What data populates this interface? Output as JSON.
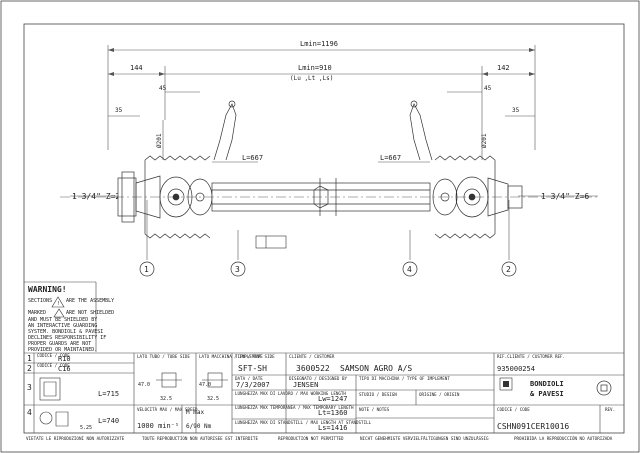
{
  "dimensions": {
    "lmin": "Lmin=1196",
    "left_len": "144",
    "right_len": "142",
    "lmin_mid": "Lmin=910",
    "lmin_mid_sub": "(Lu ,Lt ,Ls)",
    "left_offset": "45",
    "right_offset": "45",
    "left_small": "35",
    "right_small": "35",
    "left_phi": "Ø201",
    "right_phi": "Ø201",
    "left_l": "L=667",
    "right_l": "L=667",
    "left_spline": "1 3/4\" Z=20",
    "right_spline": "1 3/4\" Z=6"
  },
  "callouts": [
    "1",
    "3",
    "4",
    "2"
  ],
  "warning": {
    "title": "WARNING!",
    "lines": [
      "SECTIONS",
      "ARE THE ASSEMBLY",
      "MARKED",
      "ARE NOT SHIELDED",
      "AND MUST BE SHIELDED BY",
      "AN INTERACTIVE GUARDING",
      "SYSTEM. BONDIOLI & PAVESI",
      "DECLINES RESPONSIBILITY IF",
      "PROPER GUARDS ARE NOT",
      "PROVIDED OR MAINTAINED."
    ]
  },
  "title_block": {
    "rows": [
      {
        "num": "1",
        "label": "CODICE / CODE",
        "value": "R10"
      },
      {
        "num": "2",
        "label": "CODICE / CODE",
        "value": "C16"
      },
      {
        "num": "3",
        "value": "L=715"
      },
      {
        "num": "4",
        "value": "L=740"
      }
    ],
    "profile_dims": {
      "a": "47.0",
      "b": "32.5",
      "c": "47.0",
      "d": "32.5",
      "e": "5.25"
    },
    "lato_tubo": "LATO TUBO / TUBE SIDE",
    "lato_macchina": "LATO MACCHINA / IMPLEMENT SIDE",
    "velocita_label": "VELOCITÀ MAX / MAX SPEED",
    "velocita": "1000 min⁻¹",
    "m_label": "M max",
    "m_value": "6/90 Nm",
    "tipo_label": "TIPO / TYPE",
    "tipo": "SFT-SH",
    "cliente_label": "CLIENTE / CUSTOMER",
    "cliente_code": "3600522",
    "cliente_name": "SAMSON AGRO A/S",
    "data_label": "DATA / DATE",
    "data": "7/3/2007",
    "disegnato_label": "DISEGNATO / DESIGNED BY",
    "disegnato": "JENSEN",
    "tipo_macchina_label": "TIPO DI MACCHINA / TYPE OF IMPLEMENT",
    "lw_label": "LUNGHEZZA MAX DI LAVORO / MAX WORKING LENGTH",
    "lw": "Lw=1247",
    "lt_label": "LUNGHEZZA MAX TEMPORANEA / MAX TEMPORARY LENGTH",
    "lt": "Lt=1360",
    "ls_label": "LUNGHEZZA MAX DI STANDSTILL / MAX LENGTH AT STANDSTILL",
    "ls": "Ls=1416",
    "studio_label": "STUDIO / DESIGN",
    "origine_label": "ORIGINE / ORIGIN",
    "note_label": "NOTE / NOTES",
    "rif_label": "RIF.CLIENTE / CUSTOMER REF.",
    "rif": "935000254",
    "brand_1": "BONDIOLI",
    "brand_2": "& PAVESI",
    "codice_label": "CODICE / CODE",
    "codice": "CSHN091CER10016",
    "rev_label": "REV."
  },
  "footer": [
    "VIETATE LE RIPRODUZIONI NON AUTORIZZATE",
    "TOUTE REPRODUCTION NON AUTORISEE EST INTERDITE",
    "REPRODUCTION NOT PERMITTED",
    "NICHT GENEHMIGTE VERVIELFÄLTIGUNGEN SIND UNZULÄSSIG",
    "PROHIBIDA LA REPRODUCCIÓN NO AUTORIZADA"
  ]
}
